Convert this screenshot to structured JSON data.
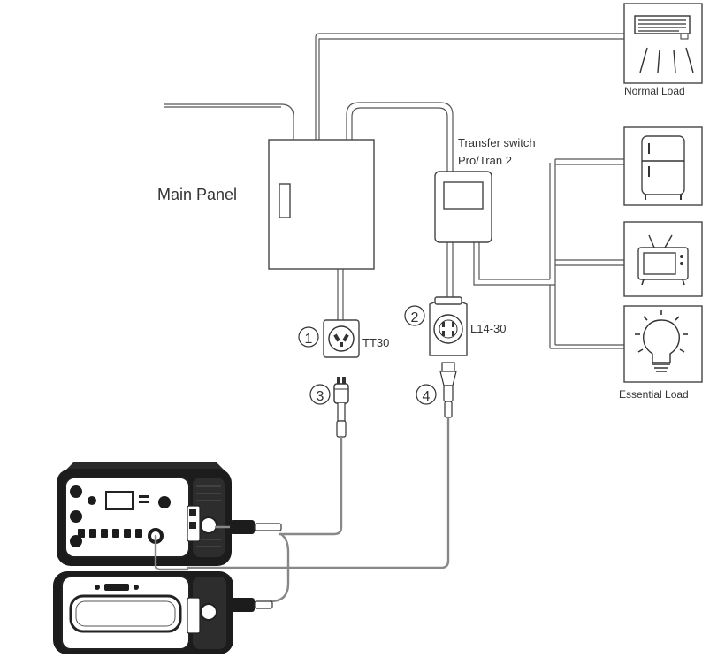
{
  "labels": {
    "main_panel": "Main Panel",
    "transfer_switch_line1": "Transfer switch",
    "transfer_switch_line2": "Pro/Tran 2",
    "normal_load": "Normal Load",
    "essential_load": "Essential Load",
    "tt30": "TT30",
    "l14_30": "L14-30"
  },
  "markers": [
    "1",
    "2",
    "3",
    "4"
  ],
  "icons": {
    "normal_load": "air-conditioner-icon",
    "essential_loads": [
      "refrigerator-icon",
      "television-icon",
      "light-bulb-icon"
    ]
  }
}
